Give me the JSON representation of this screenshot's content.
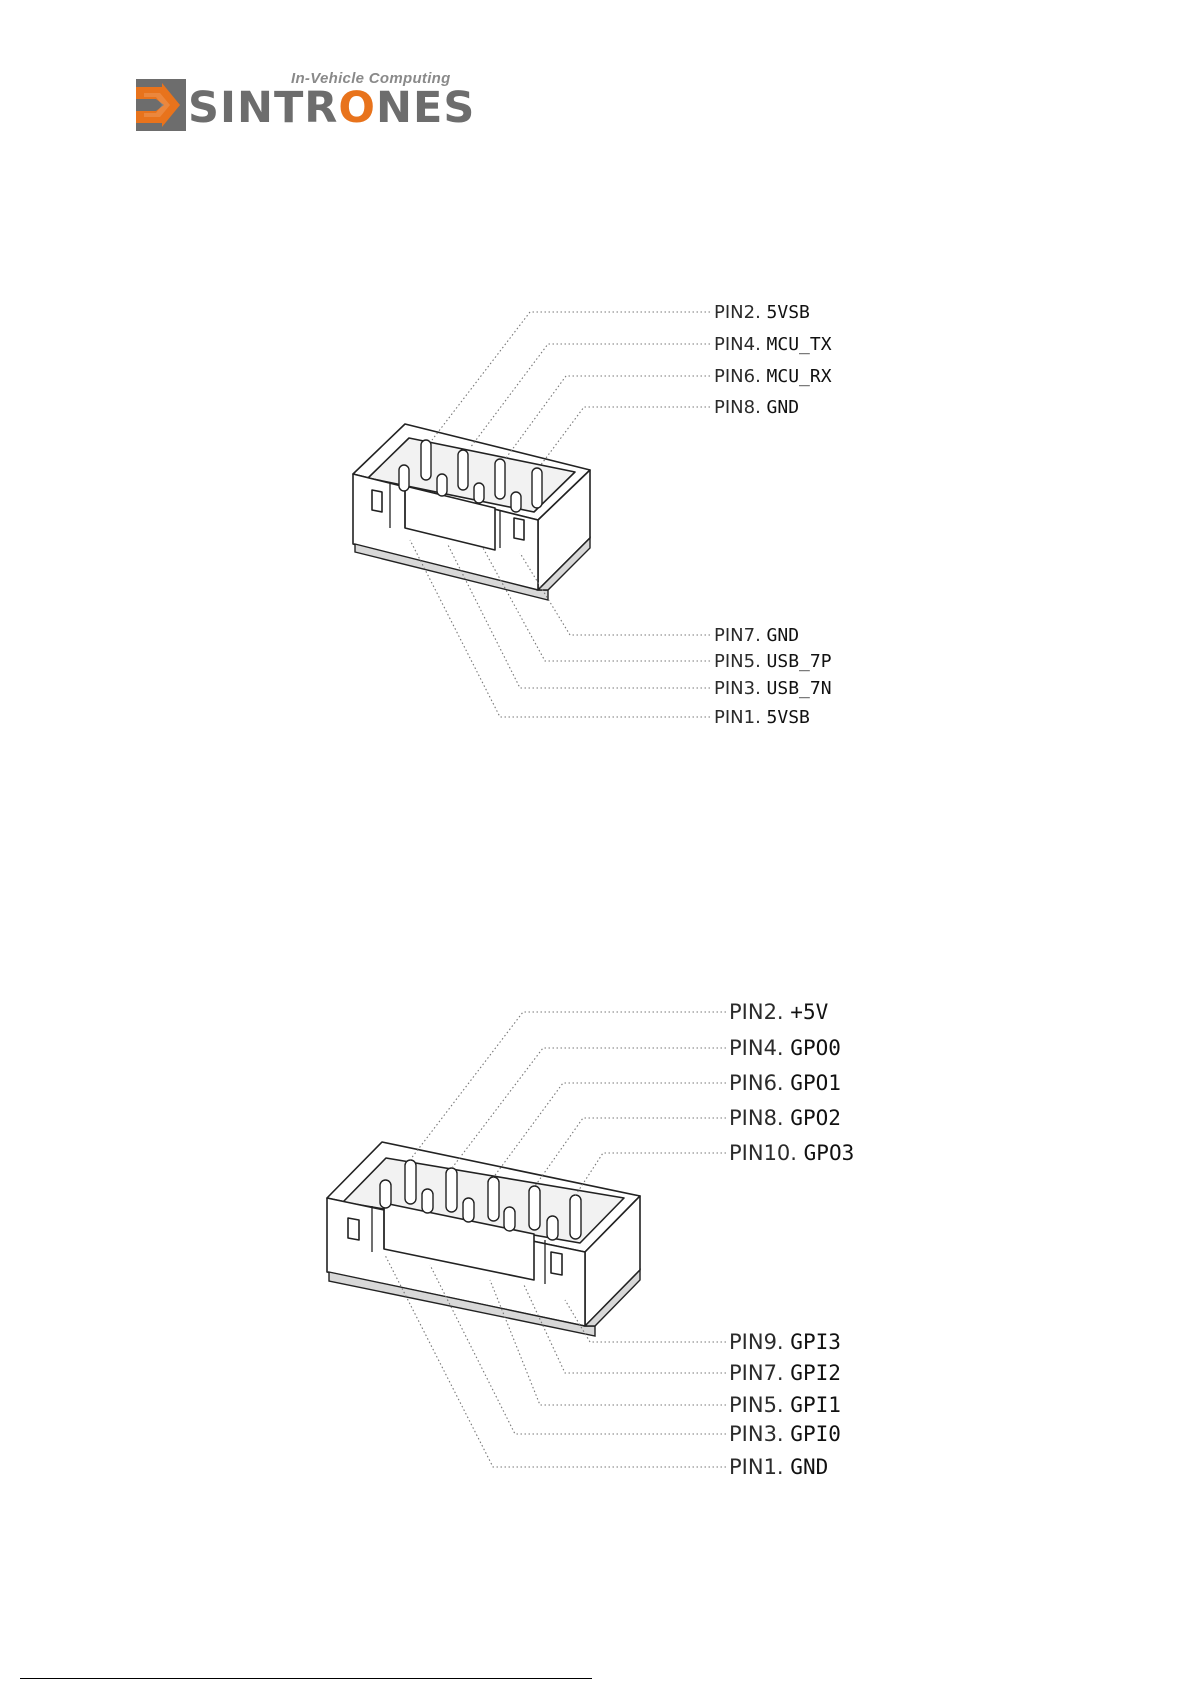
{
  "logo": {
    "tagline": "In-Vehicle Computing",
    "brand_part1": "SINTR",
    "brand_o": "O",
    "brand_part2": "NES",
    "accent_color": "#e8731c",
    "text_color": "#6d6d6d"
  },
  "connector1": {
    "top_labels": [
      {
        "pin": "PIN2.",
        "signal": "5VSB"
      },
      {
        "pin": "PIN4.",
        "signal": "MCU_TX"
      },
      {
        "pin": "PIN6.",
        "signal": "MCU_RX"
      },
      {
        "pin": "PIN8.",
        "signal": "GND"
      }
    ],
    "bottom_labels": [
      {
        "pin": "PIN7.",
        "signal": "GND"
      },
      {
        "pin": "PIN5.",
        "signal": "USB_7P"
      },
      {
        "pin": "PIN3.",
        "signal": "USB_7N"
      },
      {
        "pin": "PIN1.",
        "signal": "5VSB"
      }
    ]
  },
  "connector2": {
    "top_labels": [
      {
        "pin": "PIN2.",
        "signal": "+5V"
      },
      {
        "pin": "PIN4.",
        "signal": "GPO0"
      },
      {
        "pin": "PIN6.",
        "signal": "GPO1"
      },
      {
        "pin": "PIN8.",
        "signal": "GPO2"
      },
      {
        "pin": "PIN10.",
        "signal": "GPO3"
      }
    ],
    "bottom_labels": [
      {
        "pin": "PIN9.",
        "signal": "GPI3"
      },
      {
        "pin": "PIN7.",
        "signal": "GPI2"
      },
      {
        "pin": "PIN5.",
        "signal": "GPI1"
      },
      {
        "pin": "PIN3.",
        "signal": "GPI0"
      },
      {
        "pin": "PIN1.",
        "signal": "GND"
      }
    ]
  }
}
